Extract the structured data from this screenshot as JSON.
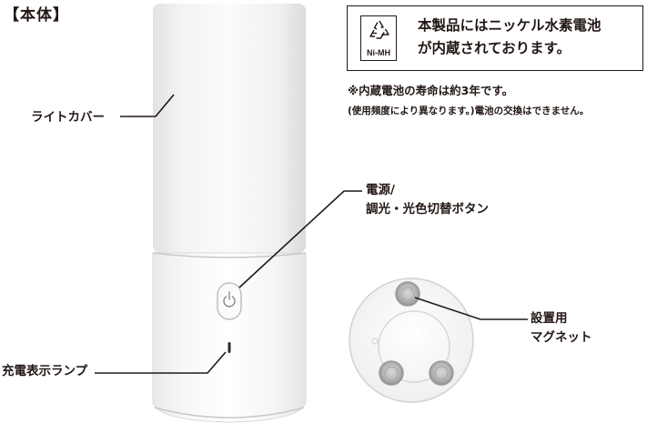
{
  "section_title": "【本体】",
  "recycle": {
    "code": "Ni-MH",
    "line1": "本製品にはニッケル水素電池",
    "line2": "が内蔵されております。",
    "icon": "recycle-icon"
  },
  "notes": {
    "lifespan": "※内蔵電池の寿命は約3年です。",
    "replacement": "(使用頻度により異なります。)電池の交換はできません。"
  },
  "labels": {
    "light_cover": "ライトカバー",
    "power_line1": "電源/",
    "power_line2": "調光・光色切替ボタン",
    "charge_lamp": "充電表示ランプ",
    "magnet_line1": "設置用",
    "magnet_line2": "マグネット"
  },
  "icons": {
    "power": "power-icon"
  },
  "colors": {
    "text": "#231815",
    "body": "#f1f1f1",
    "outline": "#cfcfcf"
  }
}
